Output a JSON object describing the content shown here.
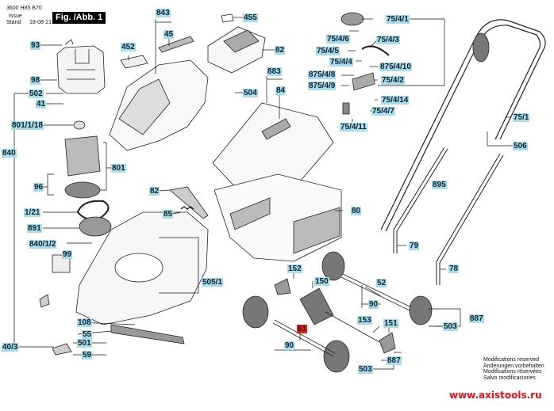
{
  "header": {
    "doc_number": "3600 H85 B70",
    "issue_label": "Issue",
    "stand_label": "Stand",
    "issue_code": "18-08-21",
    "figure_title": "Fig. /Abb. 1"
  },
  "colors": {
    "label_bg": "#a6dcec",
    "highlight_label_bg": "#d8261c",
    "line": "#222222",
    "watermark": "#e0121b"
  },
  "labels": [
    {
      "id": "93",
      "text": "93"
    },
    {
      "id": "98",
      "text": "98"
    },
    {
      "id": "502",
      "text": "502"
    },
    {
      "id": "41",
      "text": "41"
    },
    {
      "id": "801-1-18",
      "text": "801/1/18"
    },
    {
      "id": "840",
      "text": "840"
    },
    {
      "id": "801",
      "text": "801"
    },
    {
      "id": "96",
      "text": "96"
    },
    {
      "id": "1-21",
      "text": "1/21"
    },
    {
      "id": "891",
      "text": "891"
    },
    {
      "id": "840-1-2",
      "text": "840/1/2"
    },
    {
      "id": "99",
      "text": "99"
    },
    {
      "id": "108",
      "text": "108"
    },
    {
      "id": "55",
      "text": "55"
    },
    {
      "id": "501",
      "text": "501"
    },
    {
      "id": "59",
      "text": "59"
    },
    {
      "id": "40-3",
      "text": "40/3"
    },
    {
      "id": "452",
      "text": "452"
    },
    {
      "id": "843",
      "text": "843"
    },
    {
      "id": "45",
      "text": "45"
    },
    {
      "id": "455",
      "text": "455"
    },
    {
      "id": "82-top",
      "text": "82"
    },
    {
      "id": "504",
      "text": "504"
    },
    {
      "id": "883",
      "text": "883"
    },
    {
      "id": "84",
      "text": "84"
    },
    {
      "id": "82-mid",
      "text": "82"
    },
    {
      "id": "85",
      "text": "85"
    },
    {
      "id": "505-1",
      "text": "505/1"
    },
    {
      "id": "80",
      "text": "80"
    },
    {
      "id": "152",
      "text": "152"
    },
    {
      "id": "150",
      "text": "150"
    },
    {
      "id": "52",
      "text": "52"
    },
    {
      "id": "90-right",
      "text": "90"
    },
    {
      "id": "153",
      "text": "153"
    },
    {
      "id": "151",
      "text": "151"
    },
    {
      "id": "61",
      "text": "61",
      "highlight": true
    },
    {
      "id": "90-left",
      "text": "90"
    },
    {
      "id": "503-a",
      "text": "503"
    },
    {
      "id": "887-a",
      "text": "887"
    },
    {
      "id": "503-b",
      "text": "503"
    },
    {
      "id": "887-b",
      "text": "887"
    },
    {
      "id": "75-4-1",
      "text": "75/4/1"
    },
    {
      "id": "75-4-6",
      "text": "75/4/6"
    },
    {
      "id": "75-4-3",
      "text": "75/4/3"
    },
    {
      "id": "75-4-5",
      "text": "75/4/5"
    },
    {
      "id": "75-4-4",
      "text": "75/4/4"
    },
    {
      "id": "875-4-10",
      "text": "875/4/10"
    },
    {
      "id": "875-4-8",
      "text": "875/4/8"
    },
    {
      "id": "75-4-2",
      "text": "75/4/2"
    },
    {
      "id": "875-4-9",
      "text": "875/4/9"
    },
    {
      "id": "75-4-14",
      "text": "75/4/14"
    },
    {
      "id": "75-4-7",
      "text": "75/4/7"
    },
    {
      "id": "75-4-11",
      "text": "75/4/11"
    },
    {
      "id": "75-1",
      "text": "75/1"
    },
    {
      "id": "506",
      "text": "506"
    },
    {
      "id": "895",
      "text": "895"
    },
    {
      "id": "79",
      "text": "79"
    },
    {
      "id": "78",
      "text": "78"
    }
  ],
  "notes": [
    "Modifications reserved",
    "Änderungen vorbehalten",
    "Modifications réservées",
    "Salvo modificaciones"
  ],
  "watermark": "www.axistools.ru"
}
